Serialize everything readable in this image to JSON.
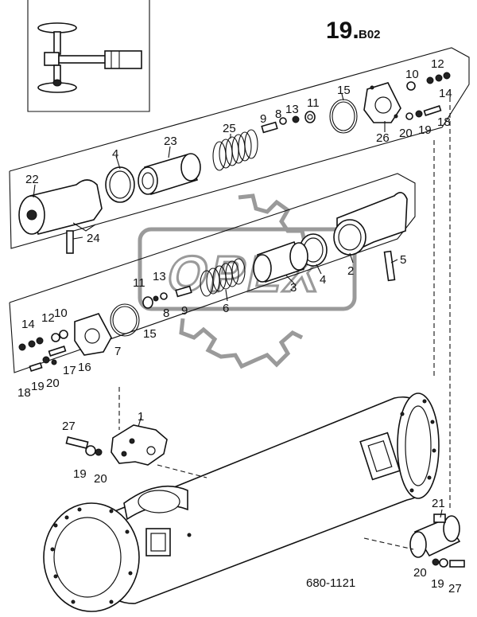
{
  "page_ref": "19.",
  "page_ref_sub": "B02",
  "drawing_number": "680-1121",
  "callouts": {
    "p1": "1",
    "p2": "2",
    "p3": "3",
    "p4a": "4",
    "p4b": "4",
    "p5": "5",
    "p6": "6",
    "p7": "7",
    "p8a": "8",
    "p8b": "8",
    "p9a": "9",
    "p9b": "9",
    "p10a": "10",
    "p10b": "10",
    "p11a": "11",
    "p11b": "11",
    "p12a": "12",
    "p12b": "12",
    "p13a": "13",
    "p13b": "13",
    "p14a": "14",
    "p14b": "14",
    "p15a": "15",
    "p15b": "15",
    "p16": "16",
    "p17": "17",
    "p18a": "18",
    "p18b": "18",
    "p19a": "19",
    "p19b": "19",
    "p19c": "19",
    "p20a": "20",
    "p20b": "20",
    "p20c": "20",
    "p21": "21",
    "p22": "22",
    "p23": "23",
    "p24": "24",
    "p25": "25",
    "p26": "26",
    "p27a": "27",
    "p27b": "27"
  },
  "watermark": "OPEX"
}
